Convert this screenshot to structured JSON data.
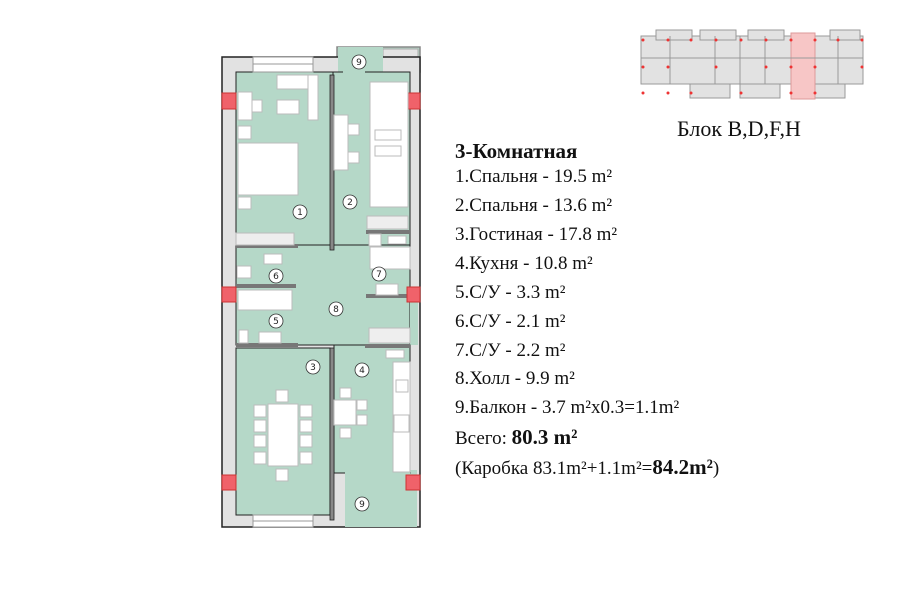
{
  "block_label": "Блок B,D,F,H",
  "title": "3-Комнатная",
  "rooms": [
    {
      "num": "1",
      "text": "1.Спальня - 19.5 m²"
    },
    {
      "num": "2",
      "text": "2.Спальня - 13.6 m²"
    },
    {
      "num": "3",
      "text": "3.Гостиная - 17.8 m²"
    },
    {
      "num": "4",
      "text": "4.Кухня - 10.8 m²"
    },
    {
      "num": "5",
      "text": "5.С/У - 3.3 m²"
    },
    {
      "num": "6",
      "text": "6.С/У - 2.1 m²"
    },
    {
      "num": "7",
      "text": "7.С/У - 2.2 m²"
    },
    {
      "num": "8",
      "text": "8.Холл - 9.9 m²"
    },
    {
      "num": "9",
      "text": "9.Балкон - 3.7 m²x0.3=1.1m²"
    }
  ],
  "total": {
    "label": "Всего:",
    "value": "80.3 m²"
  },
  "box": {
    "prefix": "(Каробка 83.1m²+1.1m²=",
    "value": "84.2m²",
    "suffix": ")"
  },
  "colors": {
    "floor": "#b5d8c8",
    "wall": "#e2e2e2",
    "column": "#f0626a",
    "highlight": "#f7c6c6"
  }
}
